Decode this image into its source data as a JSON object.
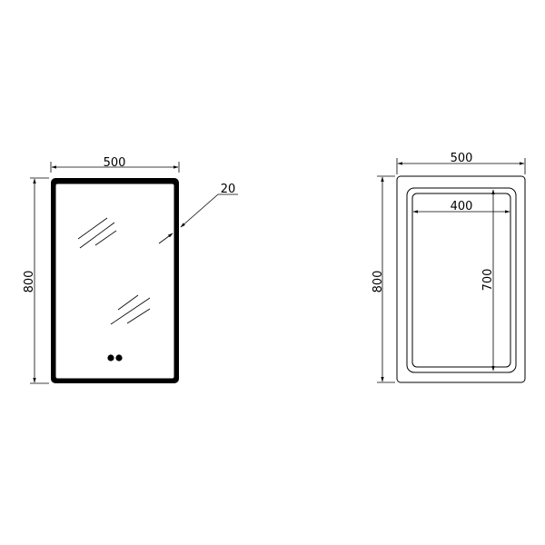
{
  "front_view": {
    "width_label": "500",
    "height_label": "800",
    "border_label": "20"
  },
  "back_view": {
    "width_label": "500",
    "height_label": "800",
    "inner_width_label": "400",
    "inner_height_label": "700"
  }
}
